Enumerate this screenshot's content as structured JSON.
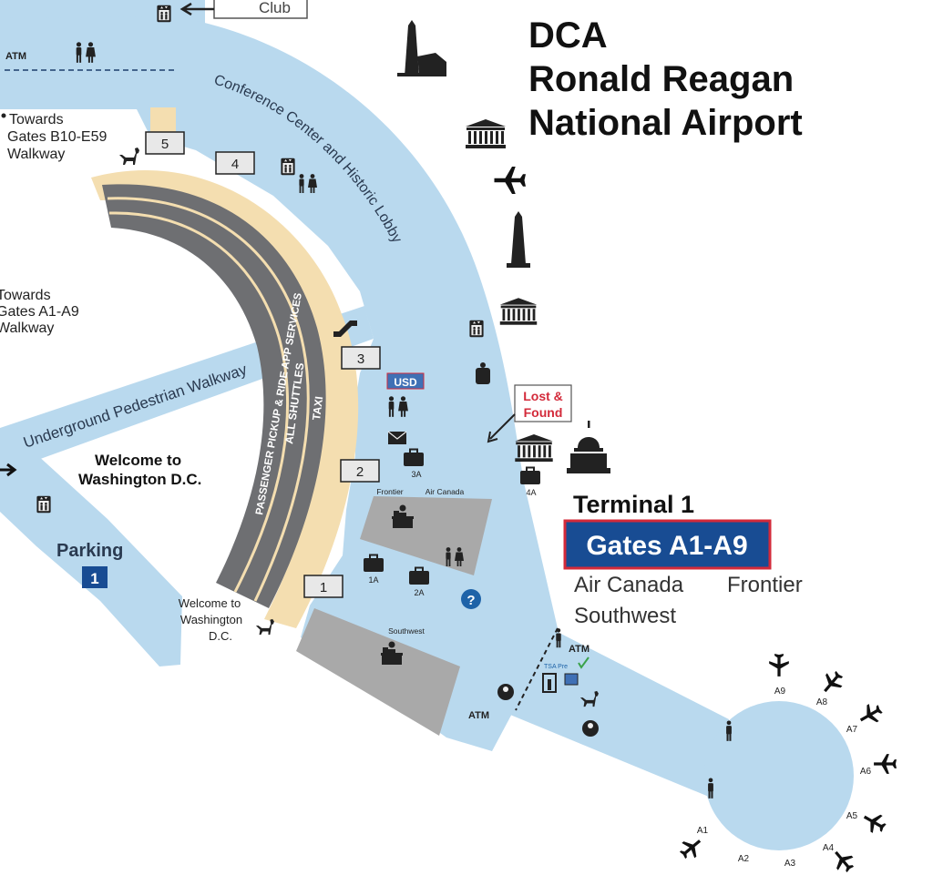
{
  "colors": {
    "concourse": "#b9d9ee",
    "road": "#6e6f72",
    "curb": "#f4deb0",
    "gray_area": "#a9a9a9",
    "gates_box": "#184c93",
    "gates_box_border": "#d32a3a",
    "lost_found": "#d32a3a",
    "dark": "#2a2a2a",
    "help_circle": "#1e63a8"
  },
  "header": {
    "line1": "DCA",
    "line2": "Ronald Reagan",
    "line3": "National Airport"
  },
  "top": {
    "club": "Club",
    "atm": "ATM"
  },
  "left": {
    "towards_b": [
      "Towards",
      "Gates B10-E59",
      "Walkway"
    ],
    "towards_a": [
      "Towards",
      "Gates A1-A9",
      "Walkway"
    ],
    "pedestrian_walkway": "Underground Pedestrian Walkway",
    "welcome": [
      "Welcome to",
      "Washington D.C."
    ],
    "welcome_small": [
      "Welcome to",
      "Washington",
      "D.C."
    ],
    "parking": "Parking",
    "parking_number": "1"
  },
  "roads": {
    "lane_services": "PASSENGER PICKUP & RIDE APP SERVICES",
    "lane_shuttles": "ALL SHUTTLES",
    "lane_taxi": "TAXI"
  },
  "concourse": {
    "label": "Conference Center and Historic Lobby",
    "currency": "USD",
    "lost_found": [
      "Lost &",
      "Found"
    ]
  },
  "doors": [
    "5",
    "4",
    "3",
    "2",
    "1"
  ],
  "baggage": [
    "3A",
    "4A",
    "1A",
    "2A"
  ],
  "checkin": {
    "frontier": "Frontier",
    "air_canada": "Air Canada",
    "southwest": "Southwest"
  },
  "terminal": {
    "title": "Terminal 1",
    "gates": "Gates A1-A9",
    "airlines_row1": [
      "Air Canada",
      "Frontier"
    ],
    "airlines_row2": "Southwest"
  },
  "security": {
    "atm_1": "ATM",
    "atm_2": "ATM",
    "precheck": "TSA Pre"
  },
  "gates": [
    "A9",
    "A8",
    "A7",
    "A6",
    "A5",
    "A4",
    "A3",
    "A2",
    "A1"
  ],
  "icons": {
    "washington_monument": "washington-monument-icon",
    "lincoln_memorial": "memorial-building-icon",
    "airplane": "airplane-icon",
    "capitol": "capitol-dome-icon",
    "elevator": "elevator-icon",
    "restroom": "restroom-icon",
    "baggage": "baggage-claim-icon",
    "pet": "pet-relief-icon",
    "info": "information-icon"
  }
}
